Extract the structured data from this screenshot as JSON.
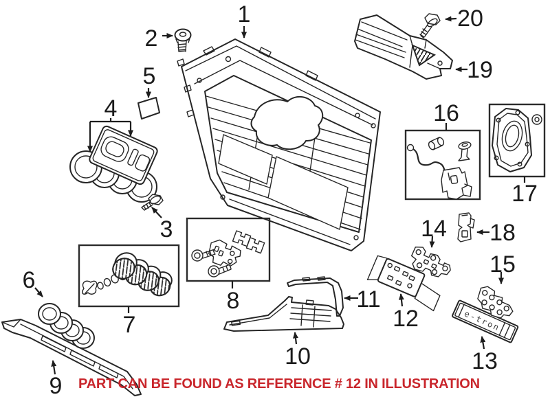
{
  "diagram": {
    "kind": "auto-parts-illustration",
    "subject": "front grille assembly"
  },
  "note": {
    "text": "PART CAN BE FOUND AS REFERENCE # 12 IN ILLUSTRATION"
  },
  "badge": {
    "etron_text": "e-tron"
  },
  "colors": {
    "note_red": "#c9262c",
    "line_dark": "#262626",
    "background": "#ffffff"
  },
  "callouts": [
    {
      "label": "1"
    },
    {
      "label": "2"
    },
    {
      "label": "3"
    },
    {
      "label": "4"
    },
    {
      "label": "5"
    },
    {
      "label": "6"
    },
    {
      "label": "7"
    },
    {
      "label": "8"
    },
    {
      "label": "9"
    },
    {
      "label": "10"
    },
    {
      "label": "11"
    },
    {
      "label": "12"
    },
    {
      "label": "13"
    },
    {
      "label": "14"
    },
    {
      "label": "15"
    },
    {
      "label": "16"
    },
    {
      "label": "17"
    },
    {
      "label": "18"
    },
    {
      "label": "19"
    },
    {
      "label": "20"
    }
  ]
}
